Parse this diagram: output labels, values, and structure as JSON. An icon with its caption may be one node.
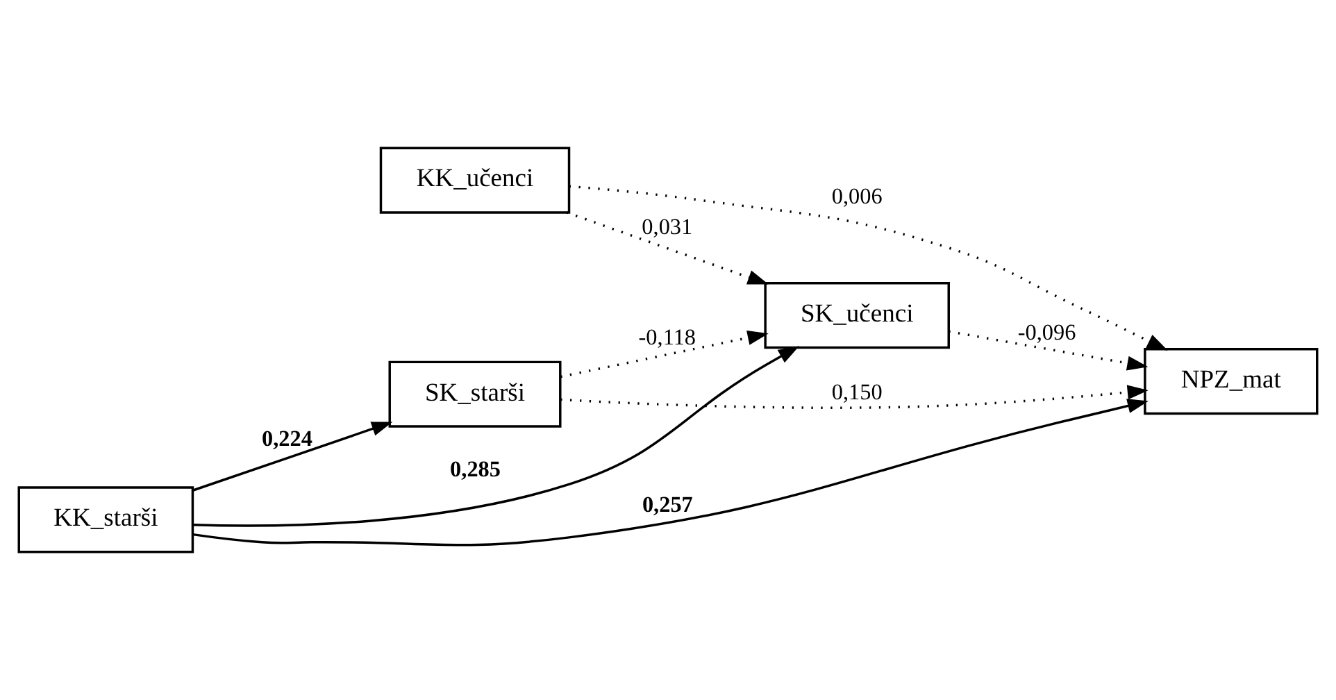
{
  "diagram": {
    "nodes": [
      {
        "text": [
          "KK_učenci"
        ]
      },
      {
        "text": [
          "SK_učenci"
        ]
      },
      {
        "text": [
          "NPZ_mat"
        ]
      },
      {
        "text": [
          "SK_starši"
        ]
      },
      {
        "text": [
          "KK_starši"
        ]
      }
    ],
    "edges": [
      {
        "from": 0,
        "to": 2,
        "arrow": "to",
        "label": "0,006",
        "style": "dashed"
      },
      {
        "from": 0,
        "to": 1,
        "arrow": "to",
        "label": "0,031",
        "style": "dashed"
      },
      {
        "from": 4,
        "to": 1,
        "arrow": "to",
        "label": "0,285"
      },
      {
        "from": 4,
        "to": 3,
        "arrow": "to",
        "label": "0,224"
      },
      {
        "from": 3,
        "to": 1,
        "arrow": "to",
        "label": "-0,118",
        "style": "dashed"
      },
      {
        "from": 1,
        "to": 2,
        "arrow": "to",
        "label": "-0,096",
        "style": "dashed"
      },
      {
        "from": 3,
        "to": 2,
        "arrow": "to",
        "label": "0,150",
        "style": "dashed"
      },
      {
        "from": 4,
        "to": 2,
        "arrow": "to",
        "label": "0,257"
      }
    ]
  }
}
